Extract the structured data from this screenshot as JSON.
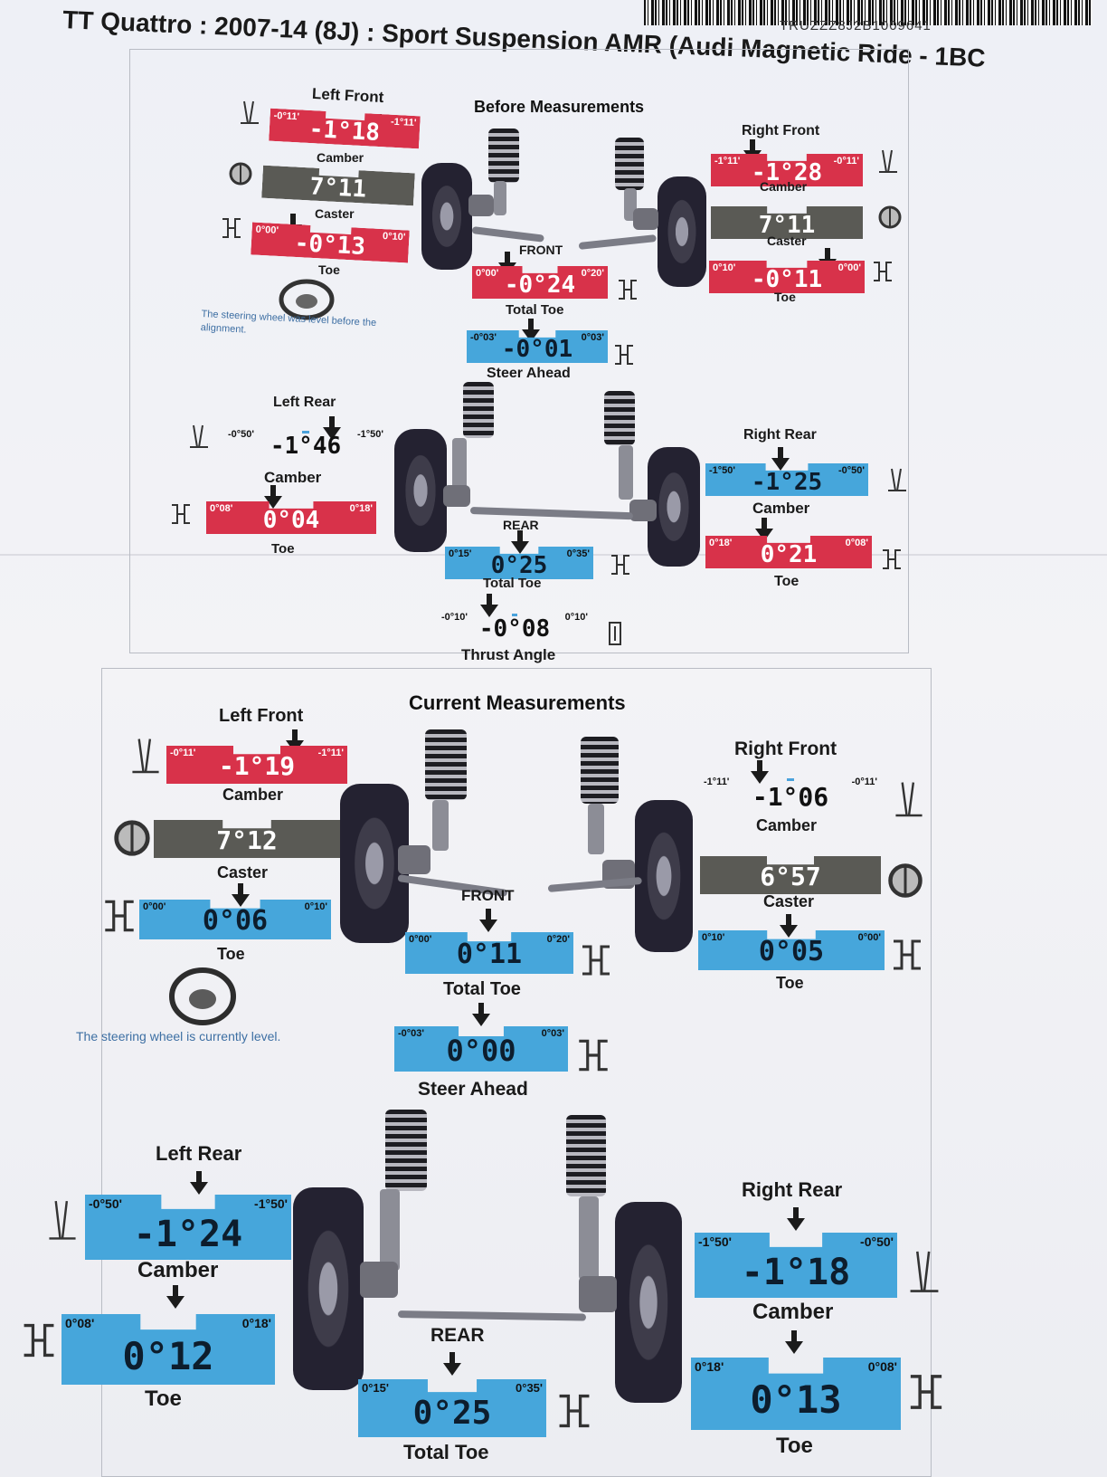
{
  "header": {
    "title": "TT Quattro : 2007-14 (8J) : Sport Suspension AMR (Audi Magnetic Ride - 1BC",
    "vin": "TRUZZZ8J2B1009641"
  },
  "before": {
    "title": "Before Measurements",
    "steering_note": "The steering wheel was level before the alignment.",
    "left_front": {
      "label": "Left Front",
      "camber": {
        "label": "Camber",
        "value": "-1°18",
        "min": "-0°11'",
        "max": "-1°11'",
        "color": "#d8324a"
      },
      "caster": {
        "label": "Caster",
        "value": "7°11"
      },
      "toe": {
        "label": "Toe",
        "value": "-0°13",
        "min": "0°00'",
        "max": "0°10'",
        "color": "#d8324a"
      }
    },
    "right_front": {
      "label": "Right Front",
      "camber": {
        "label": "Camber",
        "value": "-1°28",
        "min": "-1°11'",
        "max": "-0°11'",
        "color": "#d8324a"
      },
      "caster": {
        "label": "Caster",
        "value": "7°11"
      },
      "toe": {
        "label": "Toe",
        "value": "-0°11",
        "min": "0°10'",
        "max": "0°00'",
        "color": "#d8324a"
      }
    },
    "front_label": "FRONT",
    "total_toe_front": {
      "label": "Total Toe",
      "value": "-0°24",
      "min": "0°00'",
      "max": "0°20'",
      "color": "#d8324a"
    },
    "steer_ahead": {
      "label": "Steer Ahead",
      "value": "-0°01",
      "min": "-0°03'",
      "max": "0°03'",
      "color": "#46a6db"
    },
    "left_rear": {
      "label": "Left Rear",
      "camber": {
        "label": "Camber",
        "value": "-1°46",
        "min": "-0°50'",
        "max": "-1°50'",
        "color": "none"
      },
      "toe": {
        "label": "Toe",
        "value": "0°04",
        "min": "0°08'",
        "max": "0°18'",
        "color": "#d8324a"
      }
    },
    "right_rear": {
      "label": "Right Rear",
      "camber": {
        "label": "Camber",
        "value": "-1°25",
        "min": "-1°50'",
        "max": "-0°50'",
        "color": "#46a6db"
      },
      "toe": {
        "label": "Toe",
        "value": "0°21",
        "min": "0°18'",
        "max": "0°08'",
        "color": "#d8324a"
      }
    },
    "rear_label": "REAR",
    "total_toe_rear": {
      "label": "Total Toe",
      "value": "0°25",
      "min": "0°15'",
      "max": "0°35'",
      "color": "#46a6db"
    },
    "thrust_angle": {
      "label": "Thrust Angle",
      "value": "-0°08",
      "min": "-0°10'",
      "max": "0°10'",
      "color": "none"
    }
  },
  "current": {
    "title": "Current Measurements",
    "steering_note": "The steering wheel is currently level.",
    "left_front": {
      "label": "Left Front",
      "camber": {
        "label": "Camber",
        "value": "-1°19",
        "min": "-0°11'",
        "max": "-1°11'",
        "color": "#d8324a"
      },
      "caster": {
        "label": "Caster",
        "value": "7°12"
      },
      "toe": {
        "label": "Toe",
        "value": "0°06",
        "min": "0°00'",
        "max": "0°10'",
        "color": "#46a6db"
      }
    },
    "right_front": {
      "label": "Right Front",
      "camber": {
        "label": "Camber",
        "value": "-1°06",
        "min": "-1°11'",
        "max": "-0°11'",
        "color": "none"
      },
      "caster": {
        "label": "Caster",
        "value": "6°57"
      },
      "toe": {
        "label": "Toe",
        "value": "0°05",
        "min": "0°10'",
        "max": "0°00'",
        "color": "#46a6db"
      }
    },
    "front_label": "FRONT",
    "total_toe_front": {
      "label": "Total Toe",
      "value": "0°11",
      "min": "0°00'",
      "max": "0°20'",
      "color": "#46a6db"
    },
    "steer_ahead": {
      "label": "Steer Ahead",
      "value": "0°00",
      "min": "-0°03'",
      "max": "0°03'",
      "color": "#46a6db"
    },
    "left_rear": {
      "label": "Left Rear",
      "camber": {
        "label": "Camber",
        "value": "-1°24",
        "min": "-0°50'",
        "max": "-1°50'",
        "color": "#46a6db"
      },
      "toe": {
        "label": "Toe",
        "value": "0°12",
        "min": "0°08'",
        "max": "0°18'",
        "color": "#46a6db"
      }
    },
    "right_rear": {
      "label": "Right Rear",
      "camber": {
        "label": "Camber",
        "value": "-1°18",
        "min": "-1°50'",
        "max": "-0°50'",
        "color": "#46a6db"
      },
      "toe": {
        "label": "Toe",
        "value": "0°13",
        "min": "0°18'",
        "max": "0°08'",
        "color": "#46a6db"
      }
    },
    "rear_label": "REAR",
    "total_toe_rear": {
      "label": "Total Toe",
      "value": "0°25",
      "min": "0°15'",
      "max": "0°35'",
      "color": "#46a6db"
    }
  }
}
